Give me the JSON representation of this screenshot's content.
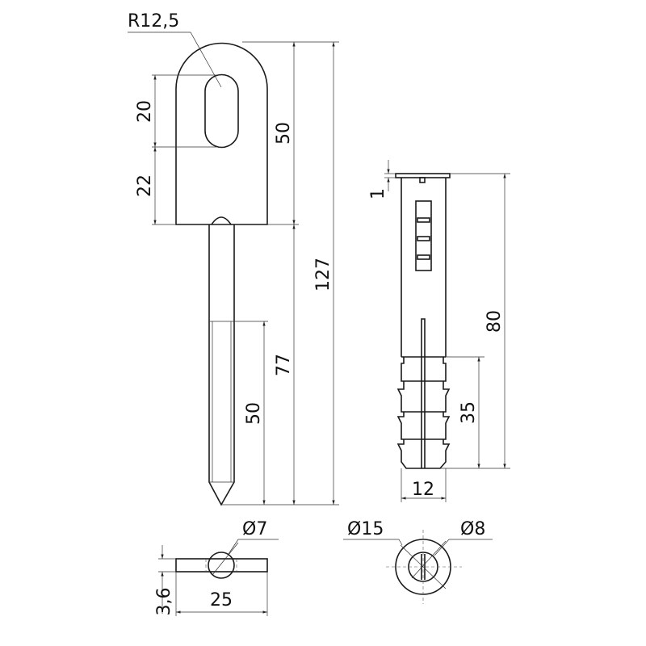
{
  "drawing": {
    "eye_pin": {
      "radius_label": "R12,5",
      "slot_label": "20",
      "lower_plate_label": "22",
      "plate_height_label": "50",
      "total_length_label": "127",
      "pin_length_label": "77",
      "thread_length_label": "50"
    },
    "dowel": {
      "flange_label": "1",
      "length_label": "80",
      "rib_length_label": "35",
      "diameter_label": "12"
    },
    "plate_section": {
      "hole_label": "Ø7",
      "thickness_label": "3,6",
      "width_label": "25"
    },
    "dowel_end": {
      "outer_label": "Ø15",
      "inner_label": "Ø8"
    }
  }
}
